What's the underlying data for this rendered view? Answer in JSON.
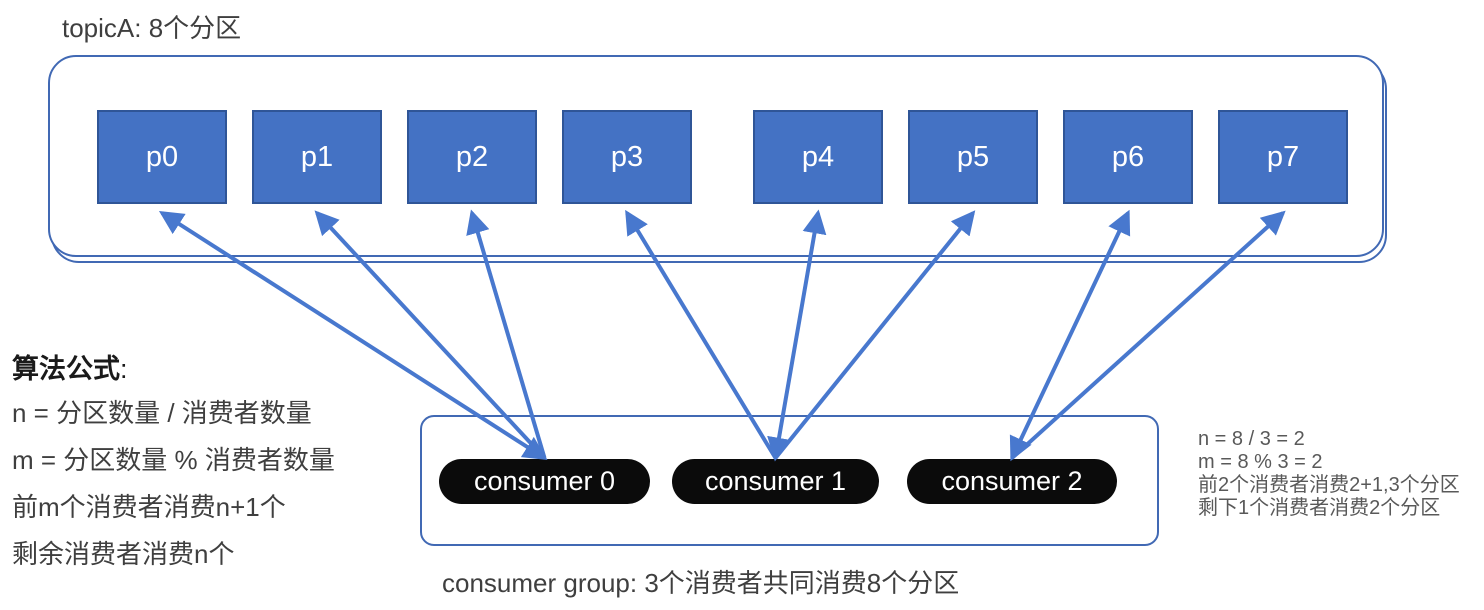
{
  "topic": {
    "title": "topicA: 8个分区",
    "partitions": [
      "p0",
      "p1",
      "p2",
      "p3",
      "p4",
      "p5",
      "p6",
      "p7"
    ]
  },
  "consumer_group": {
    "consumers": [
      "consumer 0",
      "consumer 1",
      "consumer 2"
    ],
    "caption": "consumer group: 3个消费者共同消费8个分区"
  },
  "algorithm": {
    "heading": "算法公式",
    "colon": ":",
    "lines": [
      "n = 分区数量 / 消费者数量",
      "m = 分区数量 % 消费者数量",
      "前m个消费者消费n+1个",
      "剩余消费者消费n个"
    ]
  },
  "example": {
    "lines": [
      "n = 8 / 3 = 2",
      "m = 8 % 3 = 2",
      "前2个消费者消费2+1,3个分区",
      "剩下1个消费者消费2个分区"
    ]
  },
  "arrows": [
    {
      "consumer": 0,
      "partition": 0,
      "double_headed": true
    },
    {
      "consumer": 0,
      "partition": 1,
      "double_headed": false
    },
    {
      "consumer": 0,
      "partition": 2,
      "double_headed": false
    },
    {
      "consumer": 1,
      "partition": 3,
      "double_headed": false
    },
    {
      "consumer": 1,
      "partition": 4,
      "double_headed": true
    },
    {
      "consumer": 1,
      "partition": 5,
      "double_headed": false
    },
    {
      "consumer": 2,
      "partition": 6,
      "double_headed": true
    },
    {
      "consumer": 2,
      "partition": 7,
      "double_headed": false
    }
  ],
  "colors": {
    "partition_fill": "#4472C4",
    "partition_border": "#2F5597",
    "container_border": "#4169B4",
    "arrow": "#4878CE",
    "consumer_fill": "#0B0B0B",
    "consumer_text": "#FFFFFF",
    "text_dark": "#3F3F3F",
    "text_gray": "#595959"
  }
}
